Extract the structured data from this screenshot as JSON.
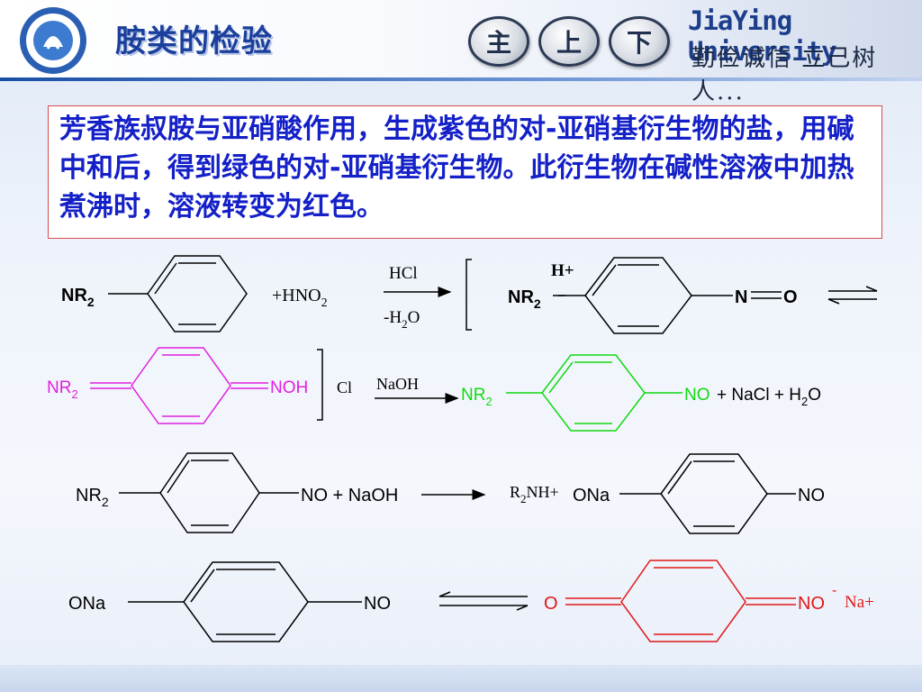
{
  "header": {
    "title": "胺类的检验",
    "nav": [
      {
        "label": "主"
      },
      {
        "label": "上"
      },
      {
        "label": "下"
      }
    ],
    "university": "JiaYing University",
    "motto": "勤俭诚信 立己树人..."
  },
  "content": {
    "description": "芳香族叔胺与亚硝酸作用，生成紫色的对-亚硝基衍生物的盐，用碱中和后，得到绿色的对-亚硝基衍生物。此衍生物在碱性溶液中加热煮沸时，溶液转变为红色。"
  },
  "reactions": {
    "r1": {
      "reactant": "NR",
      "reagent": "+HNO",
      "cond_top": "HCl",
      "cond_bottom": "-H",
      "cond_bottom_tail": "O",
      "proton": "H+",
      "prod_left": "NR",
      "prod_n": "N",
      "prod_o": "O"
    },
    "r2": {
      "left": "NR",
      "right": "NOH",
      "counter": "Cl",
      "cond": "NaOH",
      "prod_left": "NR",
      "prod_right": "NO",
      "byproducts": "+ NaCl + H",
      "byproducts_tail": "O"
    },
    "r3": {
      "left": "NR",
      "right": "NO + NaOH",
      "cond": "R",
      "cond_tail": "NH+",
      "prod_left": "ONa",
      "prod_right": "NO"
    },
    "r4": {
      "left": "ONa",
      "right": "NO",
      "prod_left": "O",
      "prod_right": "NO",
      "charge": "-",
      "counter": "Na+"
    }
  },
  "colors": {
    "title": "#1b3f9c",
    "text": "#1420c8",
    "box_border": "#d94b4b",
    "magenta": "#e020e0",
    "green": "#12d912",
    "red": "#e01818"
  }
}
